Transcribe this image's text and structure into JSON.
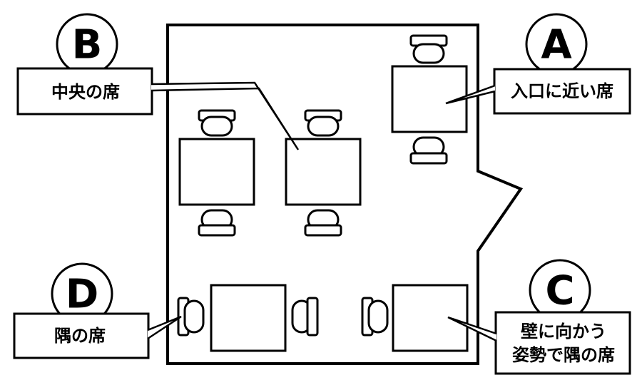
{
  "labels": {
    "A": {
      "letter": "A",
      "text": "入口に近い席"
    },
    "B": {
      "letter": "B",
      "text": "中央の席"
    },
    "C": {
      "letter": "C",
      "line1": "壁に向かう",
      "line2": "姿勢で隅の席"
    },
    "D": {
      "letter": "D",
      "text": "隅の席"
    }
  },
  "colors": {
    "stroke": "#000000",
    "fill": "#ffffff"
  }
}
